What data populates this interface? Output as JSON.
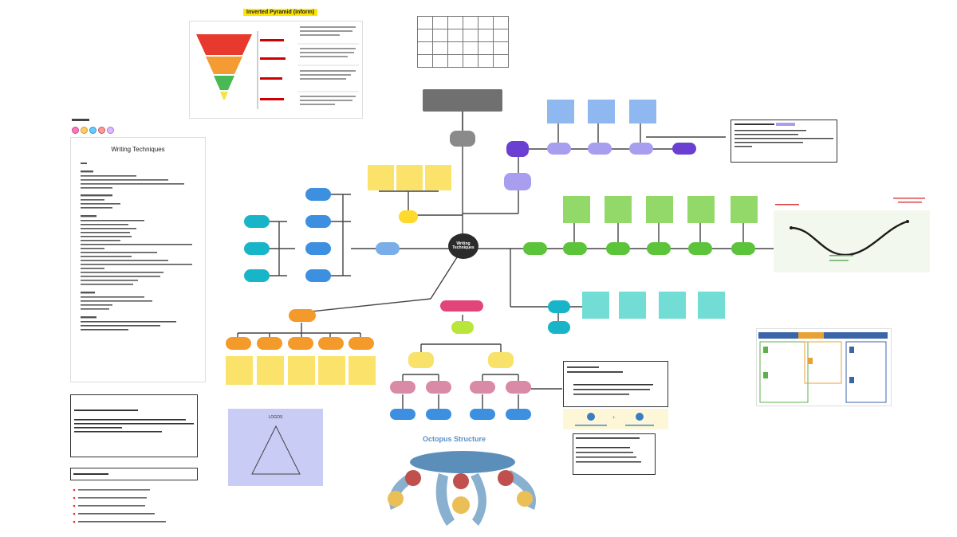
{
  "pyramid": {
    "title": "Inverted Pyramid (inform)"
  },
  "octopus": {
    "title": "Octopus Structure"
  },
  "logos": {
    "title": "LOGOS"
  },
  "writing_techniques": {
    "title": "Writing Techniques"
  },
  "center": {
    "label": "Writing Techniques"
  },
  "colors": {
    "teal": "#18b5c9",
    "blue": "#3d8fe0",
    "purple": "#6a3fd1",
    "lavender": "#a79ef0",
    "green": "#5cc43a",
    "grey": "#8a8a8a",
    "orange": "#f39a2a",
    "pink": "#e2457a",
    "lime": "#b9e63a",
    "mauve": "#d98aa6",
    "yellow_note": "#fbe36b",
    "green_note": "#93d96a",
    "cyan_note": "#72ddd4",
    "blue_note": "#8fb8f0",
    "connector": "#444444"
  },
  "icons": [
    "palette-icon",
    "checkmark-icon",
    "dot-icon"
  ]
}
